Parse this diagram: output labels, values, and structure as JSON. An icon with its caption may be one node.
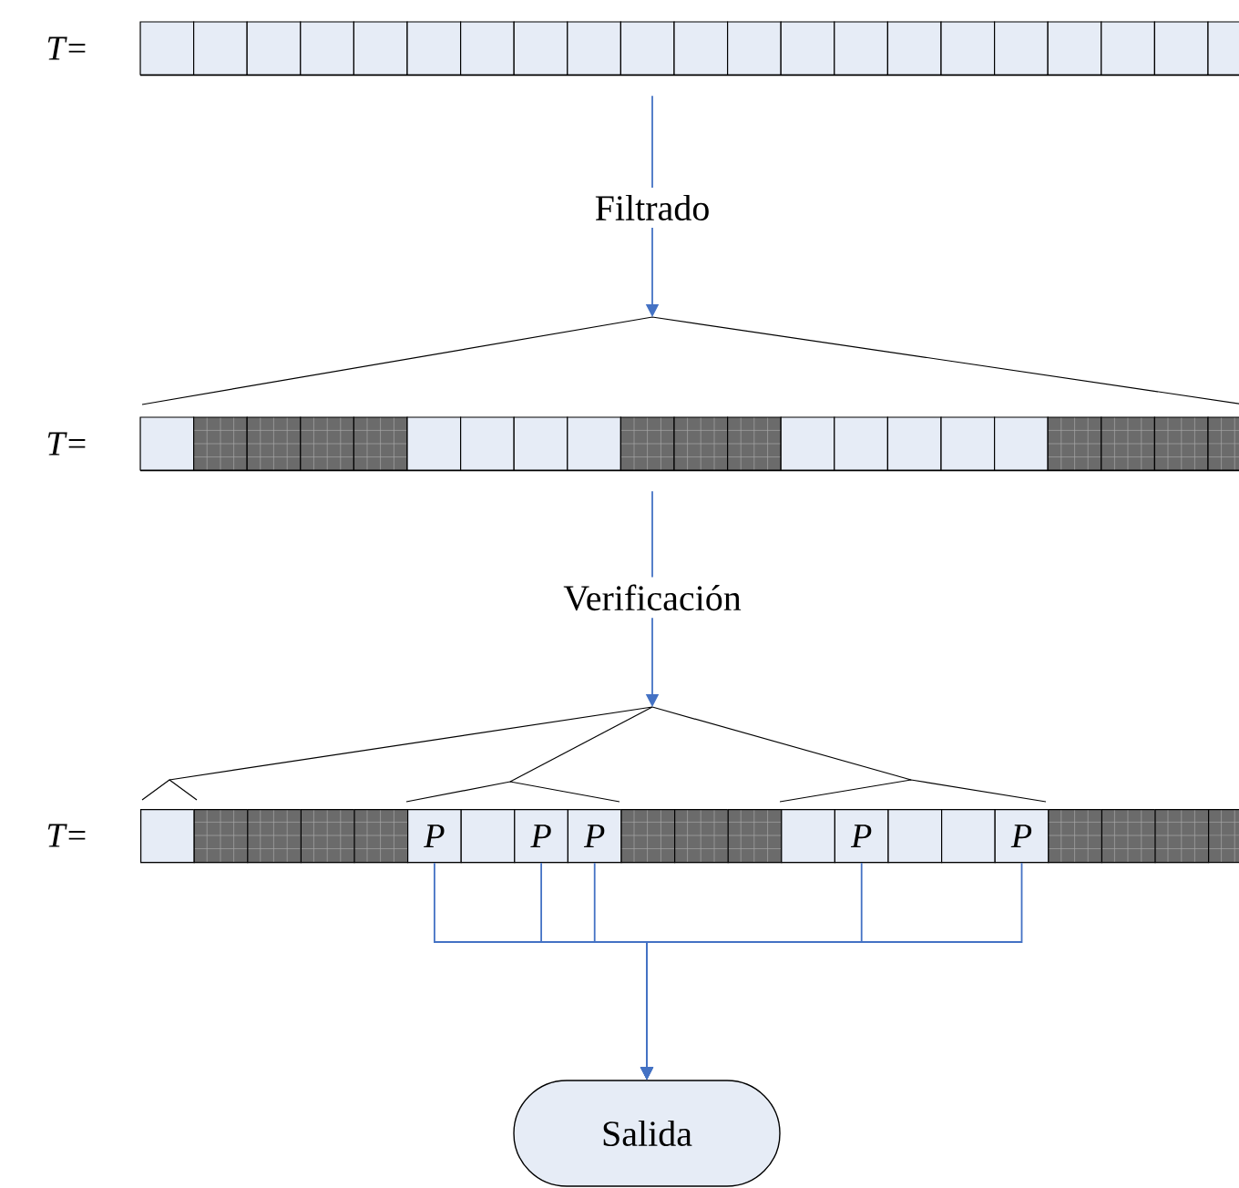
{
  "diagram": {
    "nodes": [
      {
        "text": [],
        "shape": "bar"
      },
      {
        "text": [],
        "shape": "bar"
      },
      {
        "text": [],
        "shape": "bar"
      },
      {
        "text": [],
        "shape": "box",
        "in": 2
      },
      {
        "text": [],
        "shape": "box",
        "in": 2
      },
      {
        "text": [],
        "shape": "box",
        "in": 2
      },
      {
        "text": [],
        "shape": "box",
        "in": 2
      },
      {
        "text": [],
        "shape": "box",
        "in": 2
      },
      {
        "text": [
          "P"
        ],
        "in": 2
      },
      {
        "text": [],
        "shape": "box",
        "in": 2
      },
      {
        "text": [
          "P"
        ],
        "in": 2
      },
      {
        "text": [
          "P"
        ],
        "in": 2
      },
      {
        "text": [],
        "shape": "box",
        "in": 2
      },
      {
        "text": [],
        "shape": "box",
        "in": 2
      },
      {
        "text": [],
        "shape": "box",
        "in": 2
      },
      {
        "text": [],
        "shape": "box",
        "in": 2
      },
      {
        "text": [
          "P"
        ],
        "in": 2
      },
      {
        "text": [],
        "shape": "box",
        "in": 2
      },
      {
        "text": [],
        "shape": "box",
        "in": 2
      },
      {
        "text": [
          "P"
        ],
        "in": 2
      },
      {
        "text": [],
        "shape": "box",
        "in": 2
      },
      {
        "text": [],
        "shape": "box",
        "in": 2
      },
      {
        "text": [],
        "shape": "box",
        "in": 2
      },
      {
        "text": [],
        "shape": "box",
        "in": 2
      },
      {
        "text": [
          "Salida"
        ]
      }
    ],
    "edges": [
      {
        "from": 0,
        "to": 1,
        "arrow": "to",
        "label": "Filtrado"
      },
      {
        "from": 1,
        "to": 2,
        "arrow": "to",
        "label": "Verificación"
      },
      {
        "from": 8,
        "to": 24,
        "arrow": "to"
      },
      {
        "from": 10,
        "to": 24,
        "arrow": "to"
      },
      {
        "from": 11,
        "to": 24,
        "arrow": "to"
      },
      {
        "from": 16,
        "to": 24,
        "arrow": "to"
      },
      {
        "from": 19,
        "to": 24,
        "arrow": "to"
      }
    ],
    "labels": [
      "*T*=",
      "*T*=",
      "*T*="
    ]
  }
}
